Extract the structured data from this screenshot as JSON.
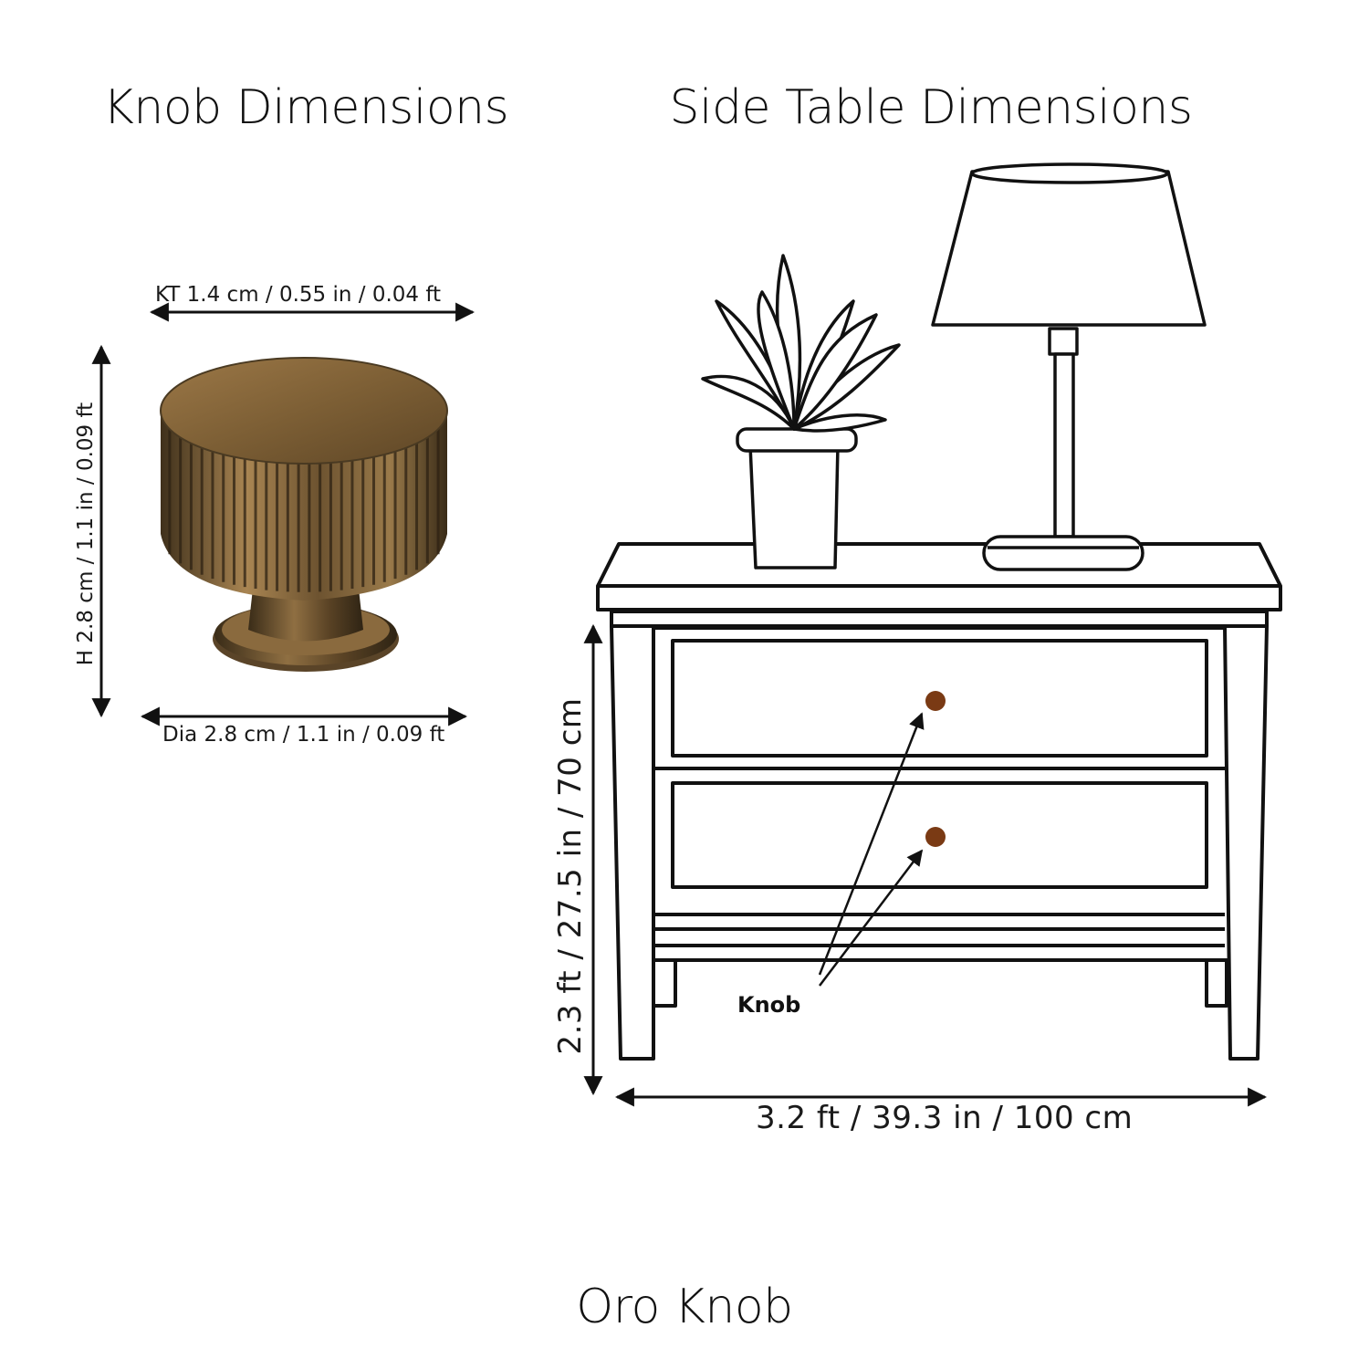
{
  "headings": {
    "knob": "Knob Dimensions",
    "table": "Side Table Dimensions",
    "product": "Oro Knob"
  },
  "knob_dimensions": {
    "thickness": "KT 1.4 cm / 0.55 in / 0.04 ft",
    "height": "H 2.8 cm / 1.1 in / 0.09 ft",
    "diameter": "Dia 2.8 cm / 1.1 in / 0.09 ft"
  },
  "table_dimensions": {
    "height": "2.3 ft / 27.5 in / 70 cm",
    "width": "3.2 ft / 39.3 in / 100 cm"
  },
  "callout": {
    "label": "Knob"
  },
  "colors": {
    "brass_dark": "#4a3a22",
    "brass_mid": "#8a6a3e",
    "brass_light": "#b08a55",
    "knob_marker": "#7a3a14",
    "line": "#111111"
  }
}
